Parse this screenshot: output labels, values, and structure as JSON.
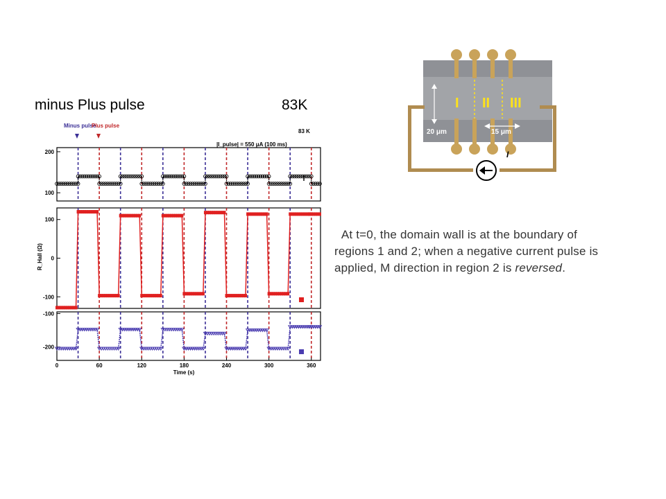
{
  "slide": {
    "title_left": "minus Plus pulse",
    "title_right": "83K",
    "caption_main": "At t=0, the domain wall is at the boundary of regions 1 and 2; when a negative current pulse is applied, M direction in region 2 is ",
    "caption_emph": "reversed",
    "caption_end": "."
  },
  "device": {
    "region_labels": [
      "I",
      "II",
      "III"
    ],
    "width_label_1": "20 μm",
    "width_label_2": "15 μm",
    "current_label": "I",
    "colors": {
      "contact": "#c9a35a",
      "film": "#8f9196",
      "wire": "#b08c50",
      "region_mark": "#ffe21a"
    }
  },
  "chart_data": [
    {
      "type": "line",
      "panel": "I",
      "annotations": [
        "Minus pulse",
        "Plus pulse",
        "83 K",
        "|I_pulse| = 550 μA (100 ms)"
      ],
      "y_ticks": [
        200,
        100
      ],
      "series": [
        {
          "name": "",
          "color": "#000000",
          "x": [
            0,
            30,
            30,
            60,
            60,
            90,
            90,
            120,
            120,
            150,
            150,
            180,
            180,
            210,
            210,
            240,
            240,
            270,
            270,
            300,
            300,
            330,
            330,
            360,
            360,
            373
          ],
          "y": [
            122,
            122,
            140,
            140,
            122,
            122,
            140,
            140,
            122,
            122,
            140,
            140,
            122,
            122,
            140,
            140,
            122,
            122,
            140,
            140,
            122,
            122,
            140,
            140,
            122,
            122
          ]
        }
      ]
    },
    {
      "type": "line",
      "panel": "II",
      "ylabel": "R_Hall (Ω)",
      "y_ticks": [
        100,
        0,
        -100
      ],
      "ylim": [
        -130,
        130
      ],
      "series": [
        {
          "name": "",
          "color": "#e02020",
          "x": [
            0,
            27,
            30,
            57,
            60,
            87,
            90,
            117,
            120,
            147,
            150,
            177,
            180,
            207,
            210,
            237,
            240,
            267,
            270,
            297,
            300,
            327,
            330,
            357,
            360,
            373
          ],
          "y": [
            -128,
            -128,
            120,
            120,
            -97,
            -97,
            110,
            110,
            -97,
            -97,
            110,
            110,
            -92,
            -92,
            118,
            118,
            -97,
            -97,
            114,
            114,
            -92,
            -92,
            114,
            114,
            114,
            114
          ]
        }
      ]
    },
    {
      "type": "line",
      "panel": "III",
      "y_ticks": [
        -100,
        -200
      ],
      "x_ticks": [
        0,
        60,
        120,
        180,
        240,
        300,
        360
      ],
      "xlabel": "Time (s)",
      "series": [
        {
          "name": "",
          "color": "#4a3cb0",
          "x": [
            0,
            27,
            30,
            57,
            60,
            87,
            90,
            117,
            120,
            147,
            150,
            177,
            180,
            207,
            210,
            237,
            240,
            267,
            270,
            297,
            300,
            327,
            330,
            357,
            360,
            373
          ],
          "y": [
            -205,
            -205,
            -148,
            -148,
            -205,
            -205,
            -148,
            -148,
            -205,
            -205,
            -148,
            -148,
            -205,
            -205,
            -160,
            -160,
            -205,
            -205,
            -150,
            -150,
            -205,
            -205,
            -140,
            -140,
            -140,
            -140
          ]
        }
      ]
    }
  ]
}
